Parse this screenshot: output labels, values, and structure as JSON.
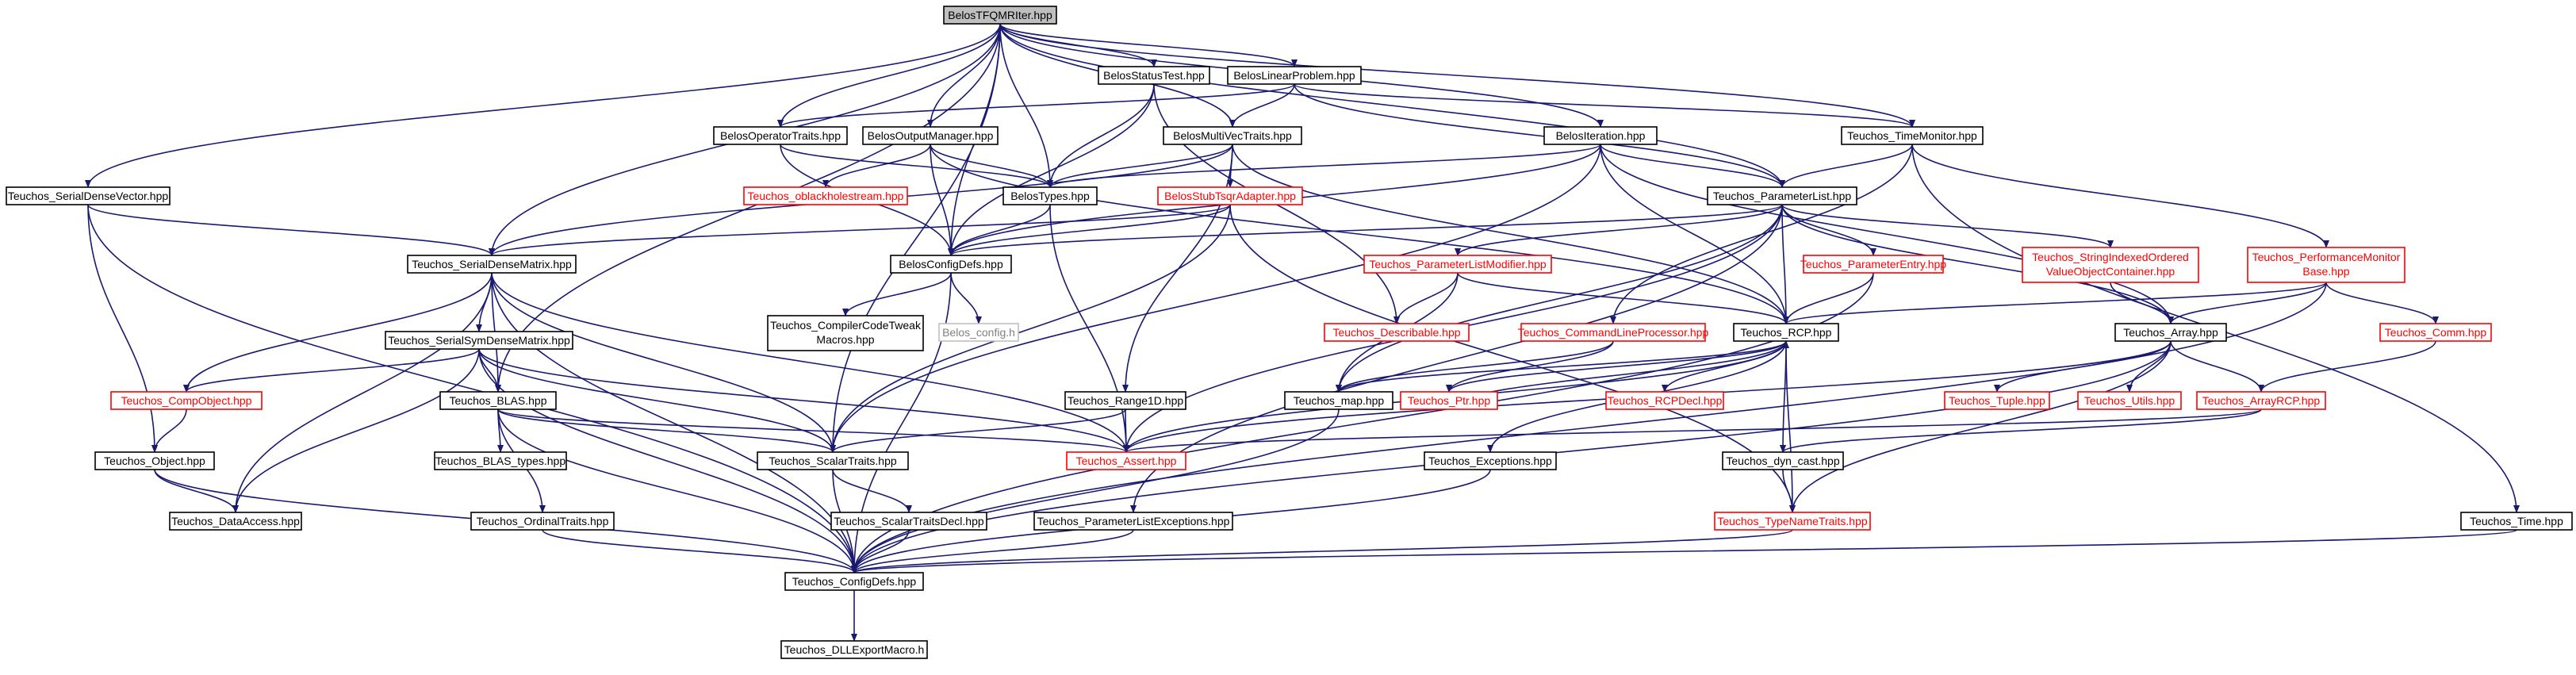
{
  "colors": {
    "edge": "#191970",
    "root_fill": "#bfbfbf",
    "node_border": "#000000",
    "missing_border": "#ff0000",
    "missing_text": "#ff0000",
    "noext_border": "#bfbfbf",
    "noext_text": "#808080"
  },
  "nodes": [
    {
      "id": "root",
      "label": "BelosTFQMRIter.hpp",
      "kind": "root"
    },
    {
      "id": "serialDenseVector",
      "label": "Teuchos_SerialDenseVector.hpp",
      "kind": "normal"
    },
    {
      "id": "statusTest",
      "label": "BelosStatusTest.hpp",
      "kind": "normal"
    },
    {
      "id": "linearProblem",
      "label": "BelosLinearProblem.hpp",
      "kind": "normal"
    },
    {
      "id": "operatorTraits",
      "label": "BelosOperatorTraits.hpp",
      "kind": "normal"
    },
    {
      "id": "outputManager",
      "label": "BelosOutputManager.hpp",
      "kind": "normal"
    },
    {
      "id": "multiVecTraits",
      "label": "BelosMultiVecTraits.hpp",
      "kind": "normal"
    },
    {
      "id": "iteration",
      "label": "BelosIteration.hpp",
      "kind": "normal"
    },
    {
      "id": "timeMonitor",
      "label": "Teuchos_TimeMonitor.hpp",
      "kind": "normal"
    },
    {
      "id": "oblackhole",
      "label": "Teuchos_oblackholestream.hpp",
      "kind": "missing"
    },
    {
      "id": "belosTypes",
      "label": "BelosTypes.hpp",
      "kind": "normal"
    },
    {
      "id": "stubTsqr",
      "label": "BelosStubTsqrAdapter.hpp",
      "kind": "missing"
    },
    {
      "id": "paramList",
      "label": "Teuchos_ParameterList.hpp",
      "kind": "normal"
    },
    {
      "id": "serialDenseMatrix",
      "label": "Teuchos_SerialDenseMatrix.hpp",
      "kind": "normal"
    },
    {
      "id": "configDefsBelos",
      "label": "BelosConfigDefs.hpp",
      "kind": "normal"
    },
    {
      "id": "paramListModifier",
      "label": "Teuchos_ParameterListModifier.hpp",
      "kind": "missing"
    },
    {
      "id": "paramEntry",
      "label": "Teuchos_ParameterEntry.hpp",
      "kind": "missing"
    },
    {
      "id": "stringIndexed",
      "label": "Teuchos_StringIndexedOrdered ValueObjectContainer.hpp",
      "kind": "missing"
    },
    {
      "id": "perfMonitor",
      "label": "Teuchos_PerformanceMonitor Base.hpp",
      "kind": "missing"
    },
    {
      "id": "compilerTweak",
      "label": "Teuchos_CompilerCodeTweak Macros.hpp",
      "kind": "normal"
    },
    {
      "id": "belosConfigH",
      "label": "Belos_config.h",
      "kind": "noext"
    },
    {
      "id": "describable",
      "label": "Teuchos_Describable.hpp",
      "kind": "missing"
    },
    {
      "id": "cmdLine",
      "label": "Teuchos_CommandLineProcessor.hpp",
      "kind": "missing"
    },
    {
      "id": "rcp",
      "label": "Teuchos_RCP.hpp",
      "kind": "normal"
    },
    {
      "id": "array",
      "label": "Teuchos_Array.hpp",
      "kind": "normal"
    },
    {
      "id": "comm",
      "label": "Teuchos_Comm.hpp",
      "kind": "missing"
    },
    {
      "id": "serialSymDense",
      "label": "Teuchos_SerialSymDenseMatrix.hpp",
      "kind": "normal"
    },
    {
      "id": "compObject",
      "label": "Teuchos_CompObject.hpp",
      "kind": "missing"
    },
    {
      "id": "blas",
      "label": "Teuchos_BLAS.hpp",
      "kind": "normal"
    },
    {
      "id": "range1d",
      "label": "Teuchos_Range1D.hpp",
      "kind": "normal"
    },
    {
      "id": "map",
      "label": "Teuchos_map.hpp",
      "kind": "normal"
    },
    {
      "id": "ptr",
      "label": "Teuchos_Ptr.hpp",
      "kind": "missing"
    },
    {
      "id": "rcpDecl",
      "label": "Teuchos_RCPDecl.hpp",
      "kind": "missing"
    },
    {
      "id": "tuple",
      "label": "Teuchos_Tuple.hpp",
      "kind": "missing"
    },
    {
      "id": "utils",
      "label": "Teuchos_Utils.hpp",
      "kind": "missing"
    },
    {
      "id": "arrayRCP",
      "label": "Teuchos_ArrayRCP.hpp",
      "kind": "missing"
    },
    {
      "id": "object",
      "label": "Teuchos_Object.hpp",
      "kind": "normal"
    },
    {
      "id": "blasTypes",
      "label": "Teuchos_BLAS_types.hpp",
      "kind": "normal"
    },
    {
      "id": "scalarTraits",
      "label": "Teuchos_ScalarTraits.hpp",
      "kind": "normal"
    },
    {
      "id": "assert",
      "label": "Teuchos_Assert.hpp",
      "kind": "missing"
    },
    {
      "id": "exceptions",
      "label": "Teuchos_Exceptions.hpp",
      "kind": "normal"
    },
    {
      "id": "dynCast",
      "label": "Teuchos_dyn_cast.hpp",
      "kind": "normal"
    },
    {
      "id": "dataAccess",
      "label": "Teuchos_DataAccess.hpp",
      "kind": "normal"
    },
    {
      "id": "ordinalTraits",
      "label": "Teuchos_OrdinalTraits.hpp",
      "kind": "normal"
    },
    {
      "id": "scalarTraitsDecl",
      "label": "Teuchos_ScalarTraitsDecl.hpp",
      "kind": "normal"
    },
    {
      "id": "paramListExc",
      "label": "Teuchos_ParameterListExceptions.hpp",
      "kind": "normal"
    },
    {
      "id": "typeNameTraits",
      "label": "Teuchos_TypeNameTraits.hpp",
      "kind": "missing"
    },
    {
      "id": "time",
      "label": "Teuchos_Time.hpp",
      "kind": "normal"
    },
    {
      "id": "configDefsTeuchos",
      "label": "Teuchos_ConfigDefs.hpp",
      "kind": "normal"
    },
    {
      "id": "dllExport",
      "label": "Teuchos_DLLExportMacro.h",
      "kind": "normal"
    }
  ],
  "edges": [
    [
      "root",
      "serialDenseVector"
    ],
    [
      "root",
      "statusTest"
    ],
    [
      "root",
      "linearProblem"
    ],
    [
      "root",
      "operatorTraits"
    ],
    [
      "root",
      "outputManager"
    ],
    [
      "root",
      "multiVecTraits"
    ],
    [
      "root",
      "iteration"
    ],
    [
      "root",
      "timeMonitor"
    ],
    [
      "root",
      "belosTypes"
    ],
    [
      "root",
      "paramList"
    ],
    [
      "root",
      "serialDenseMatrix"
    ],
    [
      "root",
      "configDefsBelos"
    ],
    [
      "root",
      "blas"
    ],
    [
      "root",
      "scalarTraits"
    ],
    [
      "statusTest",
      "belosTypes"
    ],
    [
      "statusTest",
      "configDefsBelos"
    ],
    [
      "statusTest",
      "describable"
    ],
    [
      "linearProblem",
      "multiVecTraits"
    ],
    [
      "linearProblem",
      "operatorTraits"
    ],
    [
      "linearProblem",
      "timeMonitor"
    ],
    [
      "linearProblem",
      "paramList"
    ],
    [
      "operatorTraits",
      "belosTypes"
    ],
    [
      "operatorTraits",
      "configDefsBelos"
    ],
    [
      "outputManager",
      "oblackhole"
    ],
    [
      "outputManager",
      "belosTypes"
    ],
    [
      "outputManager",
      "configDefsBelos"
    ],
    [
      "outputManager",
      "rcp"
    ],
    [
      "multiVecTraits",
      "belosTypes"
    ],
    [
      "multiVecTraits",
      "stubTsqr"
    ],
    [
      "multiVecTraits",
      "serialDenseMatrix"
    ],
    [
      "multiVecTraits",
      "range1d"
    ],
    [
      "multiVecTraits",
      "rcp"
    ],
    [
      "iteration",
      "belosTypes"
    ],
    [
      "iteration",
      "paramList"
    ],
    [
      "iteration",
      "rcp"
    ],
    [
      "iteration",
      "array"
    ],
    [
      "iteration",
      "configDefsBelos"
    ],
    [
      "iteration",
      "scalarTraits"
    ],
    [
      "timeMonitor",
      "paramList"
    ],
    [
      "timeMonitor",
      "cmdLine"
    ],
    [
      "timeMonitor",
      "perfMonitor"
    ],
    [
      "timeMonitor",
      "time"
    ],
    [
      "belosTypes",
      "configDefsBelos"
    ],
    [
      "belosTypes",
      "assert"
    ],
    [
      "stubTsqr",
      "configDefsBelos"
    ],
    [
      "stubTsqr",
      "serialDenseMatrix"
    ],
    [
      "stubTsqr",
      "scalarTraits"
    ],
    [
      "stubTsqr",
      "typeNameTraits"
    ],
    [
      "paramList",
      "paramListModifier"
    ],
    [
      "paramList",
      "paramEntry"
    ],
    [
      "paramList",
      "stringIndexed"
    ],
    [
      "paramList",
      "rcp"
    ],
    [
      "paramList",
      "array"
    ],
    [
      "paramList",
      "map"
    ],
    [
      "paramList",
      "assert"
    ],
    [
      "paramList",
      "paramListExc"
    ],
    [
      "paramList",
      "configDefsBelos"
    ],
    [
      "serialDenseMatrix",
      "serialSymDense"
    ],
    [
      "serialDenseMatrix",
      "compObject"
    ],
    [
      "serialDenseMatrix",
      "blas"
    ],
    [
      "serialDenseMatrix",
      "dataAccess"
    ],
    [
      "serialDenseMatrix",
      "scalarTraits"
    ],
    [
      "serialDenseMatrix",
      "assert"
    ],
    [
      "serialDenseMatrix",
      "configDefsTeuchos"
    ],
    [
      "serialDenseVector",
      "serialDenseMatrix"
    ],
    [
      "serialDenseVector",
      "object"
    ],
    [
      "serialDenseVector",
      "configDefsTeuchos"
    ],
    [
      "configDefsBelos",
      "compilerTweak"
    ],
    [
      "configDefsBelos",
      "belosConfigH"
    ],
    [
      "configDefsBelos",
      "configDefsTeuchos"
    ],
    [
      "paramListModifier",
      "describable"
    ],
    [
      "paramListModifier",
      "rcp"
    ],
    [
      "paramListModifier",
      "map"
    ],
    [
      "paramEntry",
      "rcp"
    ],
    [
      "paramEntry",
      "configDefsTeuchos"
    ],
    [
      "stringIndexed",
      "array"
    ],
    [
      "perfMonitor",
      "array"
    ],
    [
      "perfMonitor",
      "comm"
    ],
    [
      "perfMonitor",
      "rcp"
    ],
    [
      "perfMonitor",
      "configDefsTeuchos"
    ],
    [
      "cmdLine",
      "map"
    ],
    [
      "cmdLine",
      "ptr"
    ],
    [
      "rcp",
      "map"
    ],
    [
      "rcp",
      "ptr"
    ],
    [
      "rcp",
      "rcpDecl"
    ],
    [
      "rcp",
      "exceptions"
    ],
    [
      "rcp",
      "dynCast"
    ],
    [
      "rcp",
      "typeNameTraits"
    ],
    [
      "rcp",
      "assert"
    ],
    [
      "array",
      "tuple"
    ],
    [
      "array",
      "utils"
    ],
    [
      "array",
      "arrayRCP"
    ],
    [
      "array",
      "assert"
    ],
    [
      "array",
      "typeNameTraits"
    ],
    [
      "array",
      "configDefsTeuchos"
    ],
    [
      "comm",
      "arrayRCP"
    ],
    [
      "serialSymDense",
      "compObject"
    ],
    [
      "serialSymDense",
      "blas"
    ],
    [
      "serialSymDense",
      "dataAccess"
    ],
    [
      "serialSymDense",
      "scalarTraits"
    ],
    [
      "serialSymDense",
      "assert"
    ],
    [
      "serialSymDense",
      "configDefsTeuchos"
    ],
    [
      "compObject",
      "object"
    ],
    [
      "blas",
      "blasTypes"
    ],
    [
      "blas",
      "scalarTraits"
    ],
    [
      "blas",
      "ordinalTraits"
    ],
    [
      "blas",
      "assert"
    ],
    [
      "blas",
      "configDefsTeuchos"
    ],
    [
      "range1d",
      "scalarTraits"
    ],
    [
      "range1d",
      "assert"
    ],
    [
      "map",
      "configDefsTeuchos"
    ],
    [
      "ptr",
      "rcp"
    ],
    [
      "arrayRCP",
      "assert"
    ],
    [
      "arrayRCP",
      "dynCast"
    ],
    [
      "object",
      "dataAccess"
    ],
    [
      "object",
      "configDefsTeuchos"
    ],
    [
      "scalarTraits",
      "scalarTraitsDecl"
    ],
    [
      "scalarTraits",
      "configDefsTeuchos"
    ],
    [
      "exceptions",
      "configDefsTeuchos"
    ],
    [
      "dynCast",
      "typeNameTraits"
    ],
    [
      "ordinalTraits",
      "configDefsTeuchos"
    ],
    [
      "scalarTraitsDecl",
      "configDefsTeuchos"
    ],
    [
      "paramListExc",
      "configDefsTeuchos"
    ],
    [
      "typeNameTraits",
      "configDefsTeuchos"
    ],
    [
      "time",
      "configDefsTeuchos"
    ],
    [
      "configDefsTeuchos",
      "dllExport"
    ]
  ]
}
